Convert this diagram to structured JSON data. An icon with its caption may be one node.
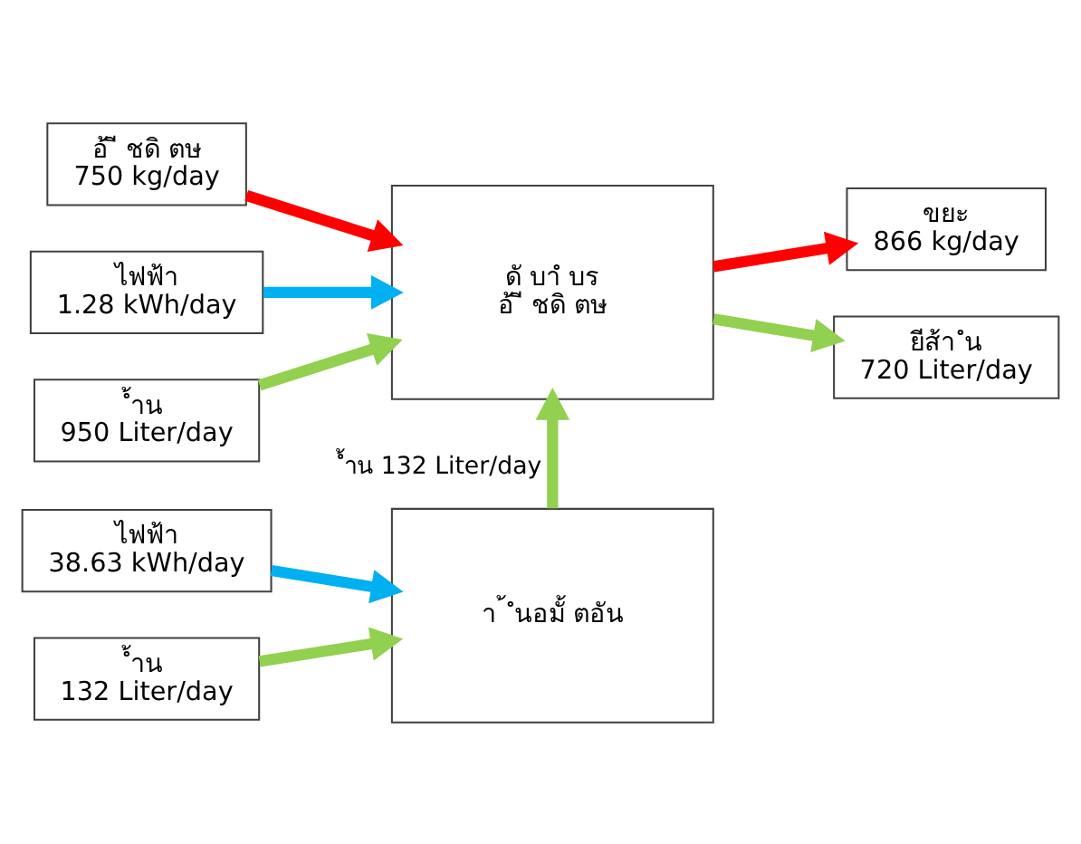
{
  "diagram": {
    "nodes": [
      {
        "text": [
          "อ้ ี ชดิ ตษ",
          "750 kg/day"
        ]
      },
      {
        "text": [
          "ดั บาํ บร",
          "อ้ ี ชดิ ตษ"
        ]
      },
      {
        "text": [
          "ไฟฟ้า",
          "1.28 kWh/day"
        ]
      },
      {
        "text": [
          "ํ้าน",
          "950 Liter/day"
        ]
      },
      {
        "text": [
          "ขยะ",
          "866 kg/day"
        ]
      },
      {
        "text": [
          "ยีส้า ํน",
          "720 Liter/day"
        ]
      },
      {
        "text": [
          "า ้ ํนอมั้ ตอัน"
        ]
      },
      {
        "text": [
          "ไฟฟ้า",
          "38.63 kWh/day"
        ]
      },
      {
        "text": [
          "ํ้าน",
          "132 Liter/day"
        ]
      }
    ],
    "edges": [
      {
        "from": 0,
        "to": 1,
        "arrow": "to",
        "color": "#ff0000"
      },
      {
        "from": 2,
        "to": 1,
        "arrow": "to",
        "color": "#00b0f0"
      },
      {
        "from": 3,
        "to": 1,
        "arrow": "to"
      },
      {
        "from": 1,
        "to": 4,
        "arrow": "to",
        "color": "#ff0000"
      },
      {
        "from": 1,
        "to": 5,
        "arrow": "to"
      },
      {
        "from": 6,
        "to": 1,
        "arrow": "to",
        "label": "ํ้าน 132 Liter/day"
      },
      {
        "from": 7,
        "to": 6,
        "arrow": "to",
        "color": "#00b0f0"
      },
      {
        "from": 8,
        "to": 6,
        "arrow": "to"
      }
    ]
  }
}
